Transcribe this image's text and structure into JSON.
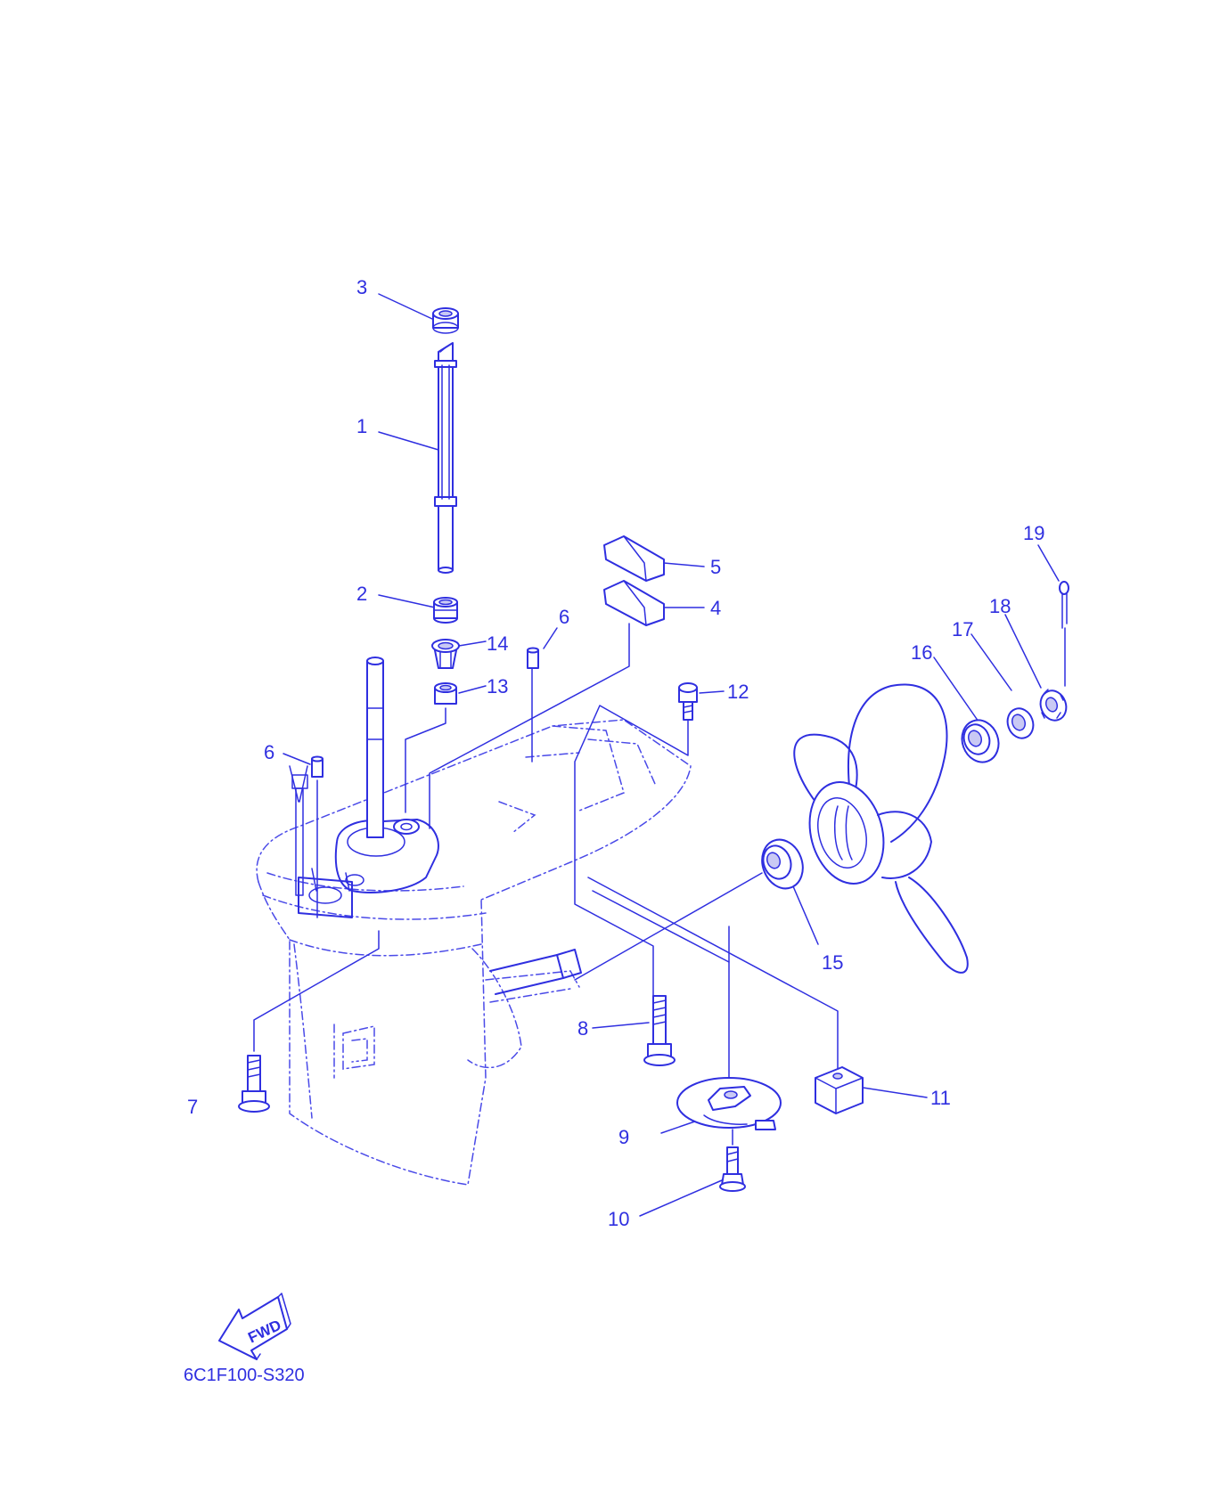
{
  "diagram_code": "6C1F100-S320",
  "fwd_label": "FWD",
  "colors": {
    "line": "#2f2fe0",
    "housing": "#4a4ae8",
    "background": "#ffffff"
  },
  "callouts": [
    "1",
    "2",
    "3",
    "4",
    "5",
    "6",
    "6",
    "7",
    "8",
    "9",
    "10",
    "11",
    "12",
    "13",
    "14",
    "15",
    "16",
    "17",
    "18",
    "19"
  ]
}
